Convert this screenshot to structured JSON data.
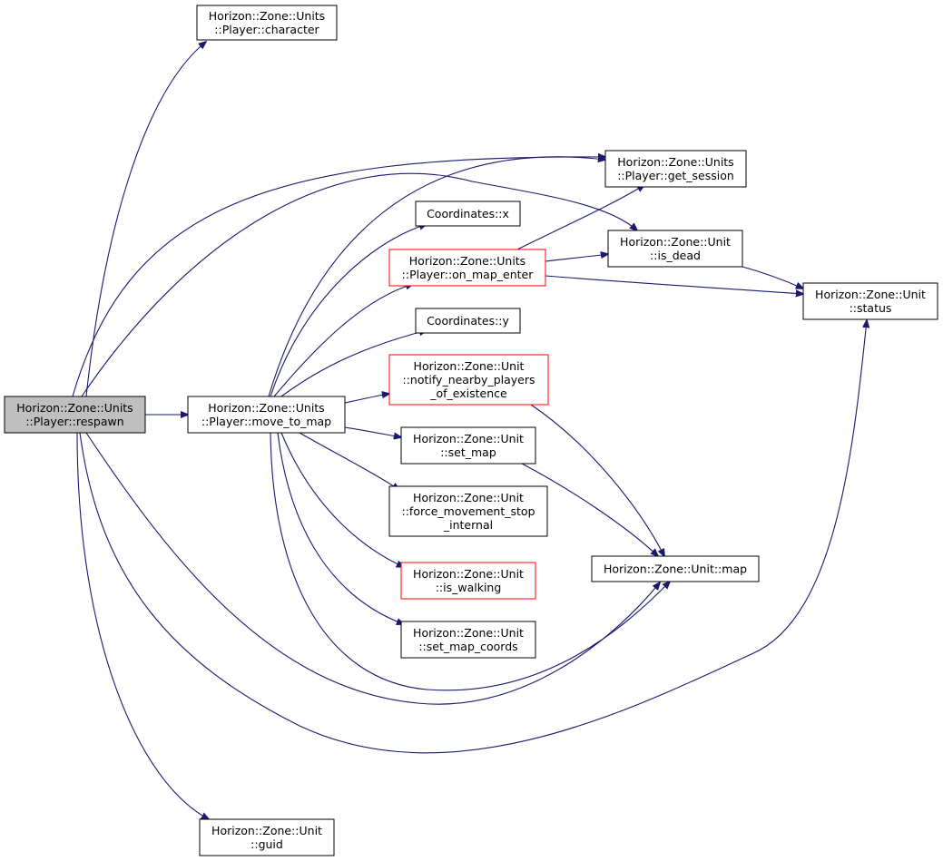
{
  "diagram": {
    "colors": {
      "edge": "#191970",
      "node_border": "#000000",
      "node_border_incomplete": "#ff0000",
      "root_fill": "#bfbfbf"
    },
    "nodes": [
      {
        "id": "respawn",
        "lines": [
          "Horizon::Zone::Units",
          "::Player::respawn"
        ],
        "style": "root"
      },
      {
        "id": "character",
        "lines": [
          "Horizon::Zone::Units",
          "::Player::character"
        ],
        "style": "normal"
      },
      {
        "id": "move_to_map",
        "lines": [
          "Horizon::Zone::Units",
          "::Player::move_to_map"
        ],
        "style": "normal"
      },
      {
        "id": "guid",
        "lines": [
          "Horizon::Zone::Unit",
          "::guid"
        ],
        "style": "normal"
      },
      {
        "id": "coord_x",
        "lines": [
          "Coordinates::x"
        ],
        "style": "normal"
      },
      {
        "id": "on_map_enter",
        "lines": [
          "Horizon::Zone::Units",
          "::Player::on_map_enter"
        ],
        "style": "red"
      },
      {
        "id": "coord_y",
        "lines": [
          "Coordinates::y"
        ],
        "style": "normal"
      },
      {
        "id": "notify",
        "lines": [
          "Horizon::Zone::Unit",
          "::notify_nearby_players",
          "_of_existence"
        ],
        "style": "red"
      },
      {
        "id": "set_map",
        "lines": [
          "Horizon::Zone::Unit",
          "::set_map"
        ],
        "style": "normal"
      },
      {
        "id": "force_stop",
        "lines": [
          "Horizon::Zone::Unit",
          "::force_movement_stop",
          "_internal"
        ],
        "style": "normal"
      },
      {
        "id": "is_walking",
        "lines": [
          "Horizon::Zone::Unit",
          "::is_walking"
        ],
        "style": "red"
      },
      {
        "id": "set_map_coords",
        "lines": [
          "Horizon::Zone::Unit",
          "::set_map_coords"
        ],
        "style": "normal"
      },
      {
        "id": "get_session",
        "lines": [
          "Horizon::Zone::Units",
          "::Player::get_session"
        ],
        "style": "normal"
      },
      {
        "id": "is_dead",
        "lines": [
          "Horizon::Zone::Unit",
          "::is_dead"
        ],
        "style": "normal"
      },
      {
        "id": "map",
        "lines": [
          "Horizon::Zone::Unit::map"
        ],
        "style": "normal"
      },
      {
        "id": "status",
        "lines": [
          "Horizon::Zone::Unit",
          "::status"
        ],
        "style": "normal"
      }
    ],
    "edges": [
      {
        "from": "respawn",
        "to": "character"
      },
      {
        "from": "respawn",
        "to": "get_session"
      },
      {
        "from": "respawn",
        "to": "is_dead"
      },
      {
        "from": "respawn",
        "to": "move_to_map"
      },
      {
        "from": "respawn",
        "to": "map"
      },
      {
        "from": "respawn",
        "to": "status"
      },
      {
        "from": "respawn",
        "to": "guid"
      },
      {
        "from": "move_to_map",
        "to": "get_session"
      },
      {
        "from": "move_to_map",
        "to": "coord_x"
      },
      {
        "from": "move_to_map",
        "to": "on_map_enter"
      },
      {
        "from": "move_to_map",
        "to": "coord_y"
      },
      {
        "from": "move_to_map",
        "to": "notify"
      },
      {
        "from": "move_to_map",
        "to": "set_map"
      },
      {
        "from": "move_to_map",
        "to": "force_stop"
      },
      {
        "from": "move_to_map",
        "to": "is_walking"
      },
      {
        "from": "move_to_map",
        "to": "set_map_coords"
      },
      {
        "from": "move_to_map",
        "to": "map"
      },
      {
        "from": "on_map_enter",
        "to": "get_session"
      },
      {
        "from": "on_map_enter",
        "to": "is_dead"
      },
      {
        "from": "on_map_enter",
        "to": "status"
      },
      {
        "from": "is_dead",
        "to": "status"
      },
      {
        "from": "notify",
        "to": "map"
      },
      {
        "from": "set_map",
        "to": "map"
      }
    ]
  }
}
